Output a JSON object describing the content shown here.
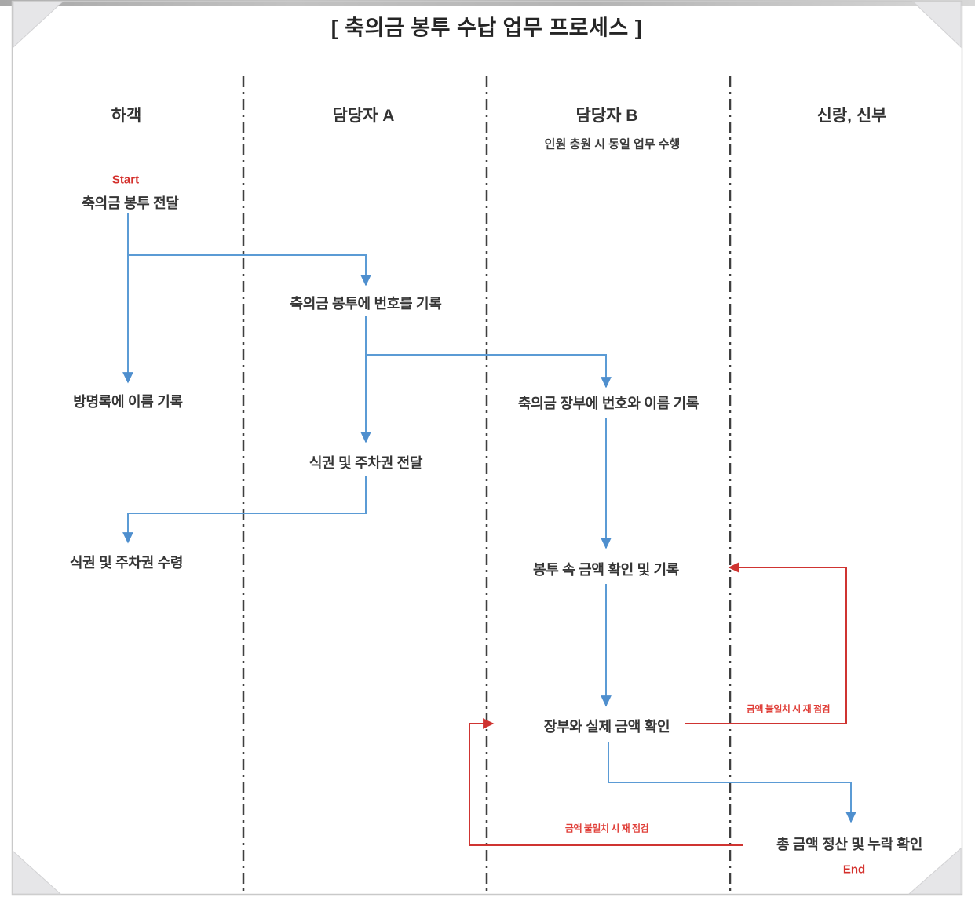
{
  "title": "[ 축의금 봉투 수납 업무 프로세스 ]",
  "lanes": [
    {
      "label": "하객"
    },
    {
      "label": "담당자 A"
    },
    {
      "label": "담당자 B",
      "note": "인원 충원 시 동일 업무 수행"
    },
    {
      "label": "신랑, 신부"
    }
  ],
  "flow": {
    "start_label": "Start",
    "end_label": "End",
    "nodes": [
      {
        "id": "deliver-envelope",
        "lane": "하객",
        "label": "축의금 봉투 전달"
      },
      {
        "id": "write-number-on-envelope",
        "lane": "담당자 A",
        "label": "축의금 봉투에 번호를 기록"
      },
      {
        "id": "write-name-in-guestbook",
        "lane": "하객",
        "label": "방명록에 이름 기록"
      },
      {
        "id": "record-number-and-name-in-ledger",
        "lane": "담당자 B",
        "label": "축의금 장부에 번호와 이름 기록"
      },
      {
        "id": "hand-over-meal-and-parking-tickets",
        "lane": "담당자 A",
        "label": "식권 및 주차권 전달"
      },
      {
        "id": "receive-meal-and-parking-tickets",
        "lane": "하객",
        "label": "식권 및 주차권 수령"
      },
      {
        "id": "check-and-record-money-in-envelope",
        "lane": "담당자 B",
        "label": "봉투 속 금액 확인 및 기록"
      },
      {
        "id": "verify-ledger-against-actual-money",
        "lane": "담당자 B",
        "label": "장부와 실제 금액 확인"
      },
      {
        "id": "settle-total-and-check-omissions",
        "lane": "신랑, 신부",
        "label": "총 금액 정산 및 누락 확인"
      }
    ],
    "loop_annotations": [
      {
        "id": "recheck-on-mismatch-upper",
        "label": "금액 불일치 시 재 점검"
      },
      {
        "id": "recheck-on-mismatch-lower",
        "label": "금액 불일치 시 재 점검"
      }
    ]
  },
  "colors": {
    "flow_line_blue": "#5b9bd5",
    "loop_line_red": "#cf3431",
    "node_text": "#363636",
    "divider_gray": "#3f3f3f",
    "start_end_red": "#d4302c",
    "corner_triangle_gray": "#e6e6e8"
  }
}
